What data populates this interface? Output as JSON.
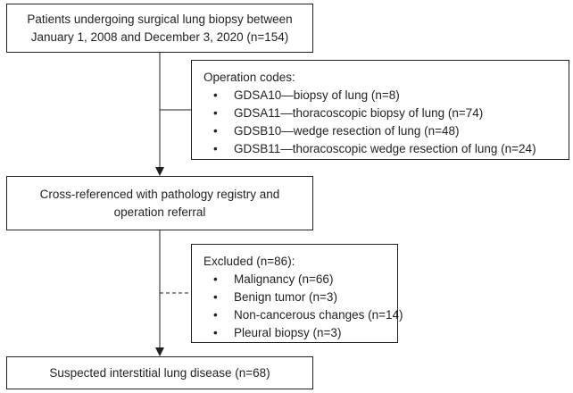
{
  "boxes": {
    "patients": {
      "line1": "Patients undergoing surgical lung biopsy between",
      "line2": "January 1, 2008 and December 3, 2020 (n=154)"
    },
    "operation_codes": {
      "title": "Operation codes:",
      "items": [
        "GDSA10—biopsy of lung (n=8)",
        "GDSA11—thoracoscopic biopsy of lung (n=74)",
        "GDSB10—wedge resection of lung (n=48)",
        "GDSB11—thoracoscopic wedge resection of lung (n=24)"
      ]
    },
    "cross_referenced": {
      "line1": "Cross-referenced with pathology registry and",
      "line2": "operation referral"
    },
    "excluded": {
      "title": "Excluded (n=86):",
      "items": [
        "Malignancy (n=66)",
        "Benign tumor (n=3)",
        "Non-cancerous changes (n=14)",
        "Pleural biopsy (n=3)"
      ]
    },
    "suspected": {
      "text": "Suspected interstitial lung disease (n=68)"
    }
  },
  "bullet_symbol": "•",
  "colors": {
    "line": "#231f20",
    "text": "#231f20",
    "background": "#ffffff"
  }
}
